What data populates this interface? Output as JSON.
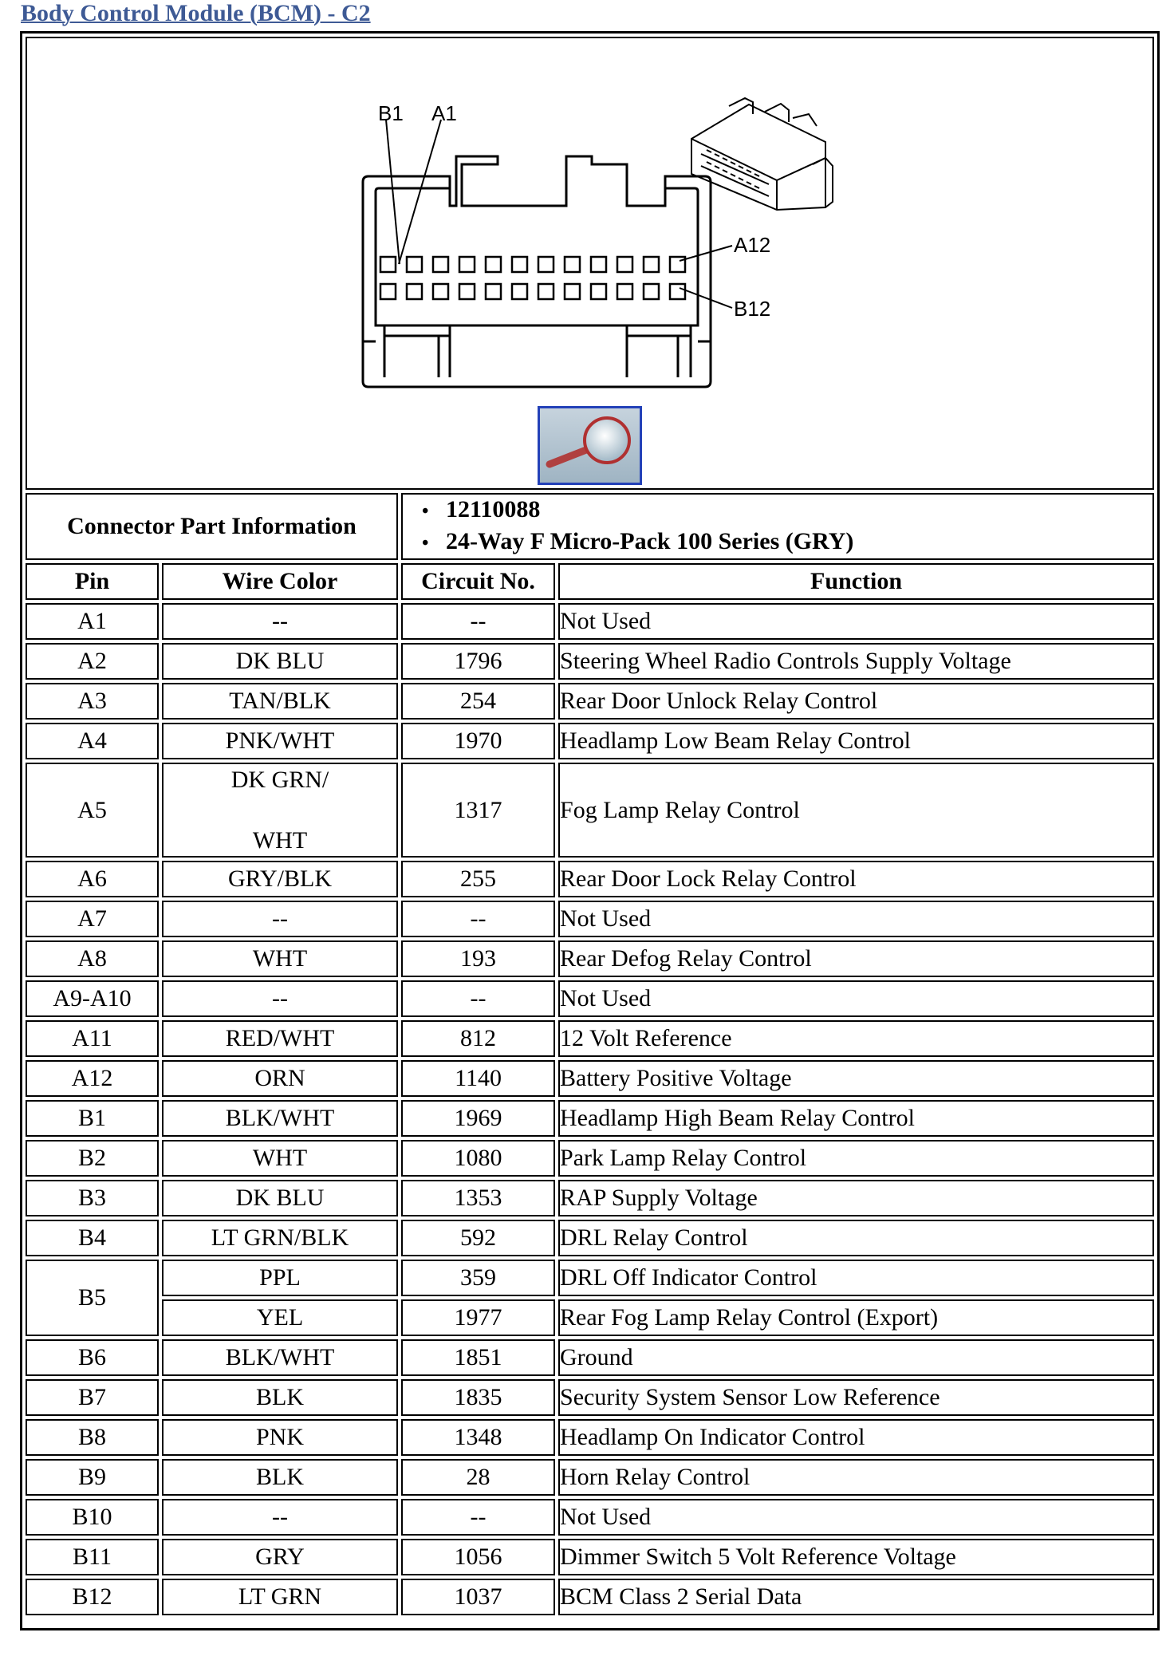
{
  "title": "Body Control Module (BCM) - C2",
  "diagram": {
    "labels": {
      "b1": "B1",
      "a1": "A1",
      "a12": "A12",
      "b12": "B12"
    },
    "zoom_icon": "magnifier-icon"
  },
  "connector": {
    "label": "Connector Part Information",
    "items": [
      "12110088",
      "24-Way F Micro-Pack 100 Series (GRY)"
    ]
  },
  "headers": {
    "pin": "Pin",
    "wire": "Wire Color",
    "circuit": "Circuit No.",
    "function": "Function"
  },
  "rows": [
    {
      "pin": "A1",
      "wire": "--",
      "circuit": "--",
      "function": "Not Used"
    },
    {
      "pin": "A2",
      "wire": "DK BLU",
      "circuit": "1796",
      "function": "Steering Wheel Radio Controls Supply Voltage"
    },
    {
      "pin": "A3",
      "wire": "TAN/BLK",
      "circuit": "254",
      "function": "Rear Door Unlock Relay Control"
    },
    {
      "pin": "A4",
      "wire": "PNK/WHT",
      "circuit": "1970",
      "function": "Headlamp Low Beam Relay Control"
    },
    {
      "pin": "A5",
      "wire_line1": "DK GRN/",
      "wire_line2": "WHT",
      "circuit": "1317",
      "function": "Fog Lamp Relay Control"
    },
    {
      "pin": "A6",
      "wire": "GRY/BLK",
      "circuit": "255",
      "function": "Rear Door Lock Relay Control"
    },
    {
      "pin": "A7",
      "wire": "--",
      "circuit": "--",
      "function": "Not Used"
    },
    {
      "pin": "A8",
      "wire": "WHT",
      "circuit": "193",
      "function": "Rear Defog Relay Control"
    },
    {
      "pin": "A9-A10",
      "wire": "--",
      "circuit": "--",
      "function": "Not Used"
    },
    {
      "pin": "A11",
      "wire": "RED/WHT",
      "circuit": "812",
      "function": "12 Volt Reference"
    },
    {
      "pin": "A12",
      "wire": "ORN",
      "circuit": "1140",
      "function": "Battery Positive Voltage"
    },
    {
      "pin": "B1",
      "wire": "BLK/WHT",
      "circuit": "1969",
      "function": "Headlamp High Beam Relay Control"
    },
    {
      "pin": "B2",
      "wire": "WHT",
      "circuit": "1080",
      "function": "Park Lamp Relay Control"
    },
    {
      "pin": "B3",
      "wire": "DK BLU",
      "circuit": "1353",
      "function": "RAP Supply Voltage"
    },
    {
      "pin": "B4",
      "wire": "LT GRN/BLK",
      "circuit": "592",
      "function": "DRL Relay Control"
    },
    {
      "pin": "B5",
      "wire": "PPL",
      "circuit": "359",
      "function": "DRL Off Indicator Control"
    },
    {
      "wire": "YEL",
      "circuit": "1977",
      "function": "Rear Fog Lamp Relay Control (Export)"
    },
    {
      "pin": "B6",
      "wire": "BLK/WHT",
      "circuit": "1851",
      "function": "Ground"
    },
    {
      "pin": "B7",
      "wire": "BLK",
      "circuit": "1835",
      "function": "Security System Sensor Low Reference"
    },
    {
      "pin": "B8",
      "wire": "PNK",
      "circuit": "1348",
      "function": "Headlamp On Indicator Control"
    },
    {
      "pin": "B9",
      "wire": "BLK",
      "circuit": "28",
      "function": "Horn Relay Control"
    },
    {
      "pin": "B10",
      "wire": "--",
      "circuit": "--",
      "function": "Not Used"
    },
    {
      "pin": "B11",
      "wire": "GRY",
      "circuit": "1056",
      "function": "Dimmer Switch 5 Volt Reference Voltage"
    },
    {
      "pin": "B12",
      "wire": "LT GRN",
      "circuit": "1037",
      "function": "BCM Class 2 Serial Data"
    }
  ]
}
